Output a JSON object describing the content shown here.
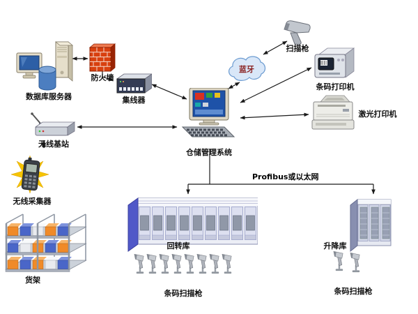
{
  "nodes": {
    "database_server": {
      "label": "数据库服务器"
    },
    "firewall": {
      "label": "防火墙"
    },
    "hub": {
      "label": "集线器"
    },
    "wms": {
      "label": "仓储管理系统"
    },
    "bluetooth_cloud": {
      "label": "蓝牙"
    },
    "scanner_gun": {
      "label": "扫描枪"
    },
    "barcode_printer": {
      "label": "条码打印机"
    },
    "laser_printer": {
      "label": "激光打印机"
    },
    "wireless_base_station": {
      "label": "无线基站"
    },
    "wireless_collector": {
      "label": "无线采集器"
    },
    "shelf_rack": {
      "label": "货架"
    },
    "carousel_warehouse": {
      "label": "回转库"
    },
    "lift_warehouse": {
      "label": "升降库"
    },
    "barcode_scanners_center": {
      "label": "条码扫描枪"
    },
    "barcode_scanners_right": {
      "label": "条码扫描枪"
    }
  },
  "connections": {
    "bus_label": "Profibus或以太网"
  },
  "colors": {
    "background": "#ffffff",
    "firewall_red": "#d8400f",
    "cloud_blue": "#d9e7f8",
    "carousel_blue": "#5058c8",
    "starburst_yellow": "#f6c400",
    "line": "#1a1a1a"
  }
}
